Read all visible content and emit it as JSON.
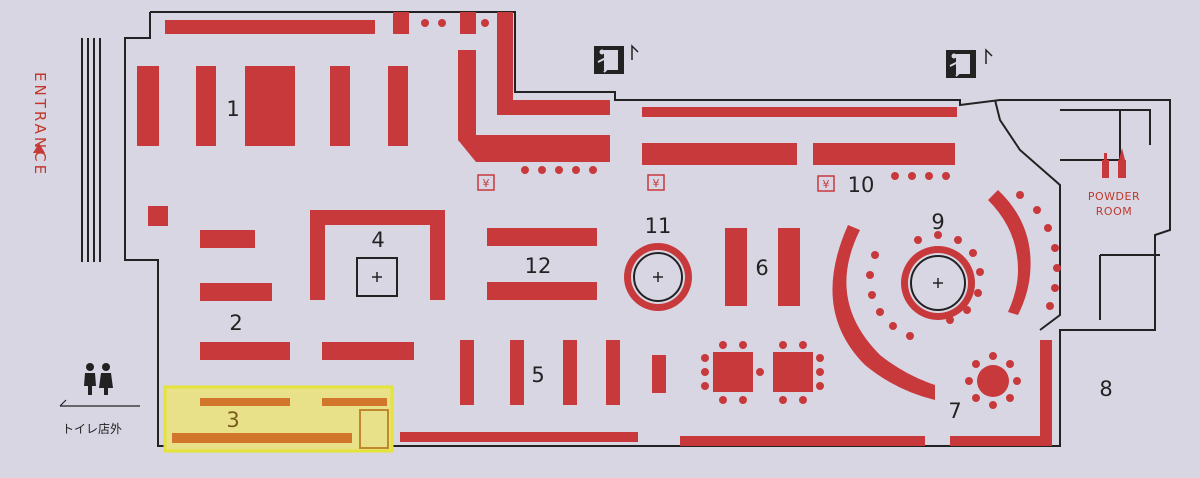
{
  "entrance_label": "ENTRANCE",
  "powder_room": {
    "line1": "POWDER",
    "line2": "ROOM"
  },
  "toilet_label": "トイレ店外",
  "yen_symbol": "¥",
  "zones": [
    "1",
    "2",
    "3",
    "4",
    "5",
    "6",
    "7",
    "8",
    "9",
    "10",
    "11",
    "12"
  ],
  "highlighted_zone": "3",
  "colors": {
    "shelf": "#c8393c",
    "highlight_fill": "#e9e08a",
    "highlight_border": "#e3e33a",
    "highlight_shelf": "#d2762c",
    "background": "#d9d6e4",
    "walls": "#222222"
  },
  "icons": [
    "emergency-exit-icon",
    "emergency-exit-icon",
    "toilet-icon",
    "powder-room-icon",
    "yen-register-icon"
  ]
}
